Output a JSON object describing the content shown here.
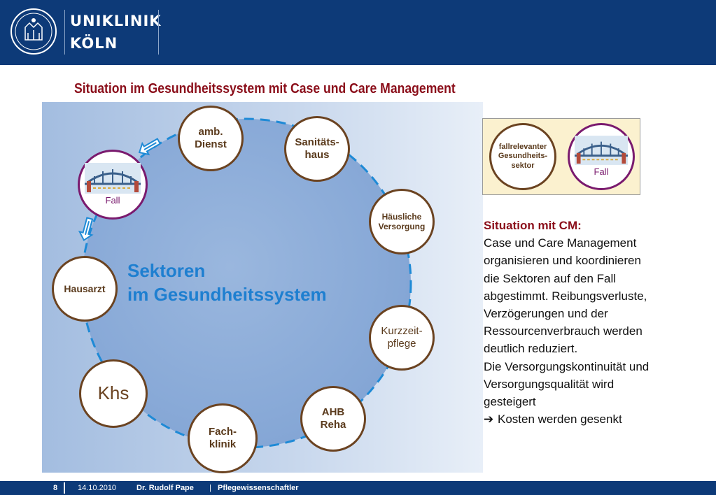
{
  "header": {
    "brand_line_1": "UNIKLINIK",
    "brand_line_2": "KÖLN"
  },
  "slide": {
    "title": "Situation im Gesundheitssystem mit Case und Care Management",
    "center_label_1": "Sektoren",
    "center_label_2": "im Gesundheitssystem",
    "case_label": "Fall"
  },
  "sectors": [
    {
      "line1": "amb.",
      "line2": "Dienst"
    },
    {
      "line1": "Sanitäts-",
      "line2": "haus"
    },
    {
      "line1": "Häusliche",
      "line2": "Versorgung"
    },
    {
      "line1": "Kurzzeit-",
      "line2": "pflege"
    },
    {
      "line1": "AHB",
      "line2": "Reha"
    },
    {
      "line1": "Fach-",
      "line2": "klinik"
    },
    {
      "line1": "Khs"
    },
    {
      "line1": "Hausarzt"
    }
  ],
  "legend": {
    "sector_line_1": "fallrelevanter",
    "sector_line_2": "Gesundheits-",
    "sector_line_3": "sektor",
    "case_label": "Fall"
  },
  "text": {
    "heading": "Situation mit CM:",
    "lines": [
      "Case und Care Management",
      "organisieren und koordinieren",
      "die Sektoren auf den Fall",
      "abgestimmt. Reibungsverluste,",
      "Verzögerungen und der",
      "Ressourcenverbrauch werden",
      "deutlich reduziert.",
      "Die Versorgungskontinuität und",
      "Versorgungsqualität wird",
      "gesteigert"
    ],
    "last_line": "Kosten werden gesenkt"
  },
  "footer": {
    "page": "8",
    "date": "14.10.2010",
    "author": "Dr. Rudolf Pape",
    "role": "Pflegewissenschaftler"
  },
  "colors": {
    "brand_blue": "#0d3a78",
    "title_red": "#8b0e1a",
    "node_border": "#6b4321",
    "case_border": "#7a1a6e",
    "dash_blue": "#1e8ad6"
  },
  "icons": [
    "university-seal-icon",
    "bridge-icon",
    "arrow-right-icon"
  ]
}
